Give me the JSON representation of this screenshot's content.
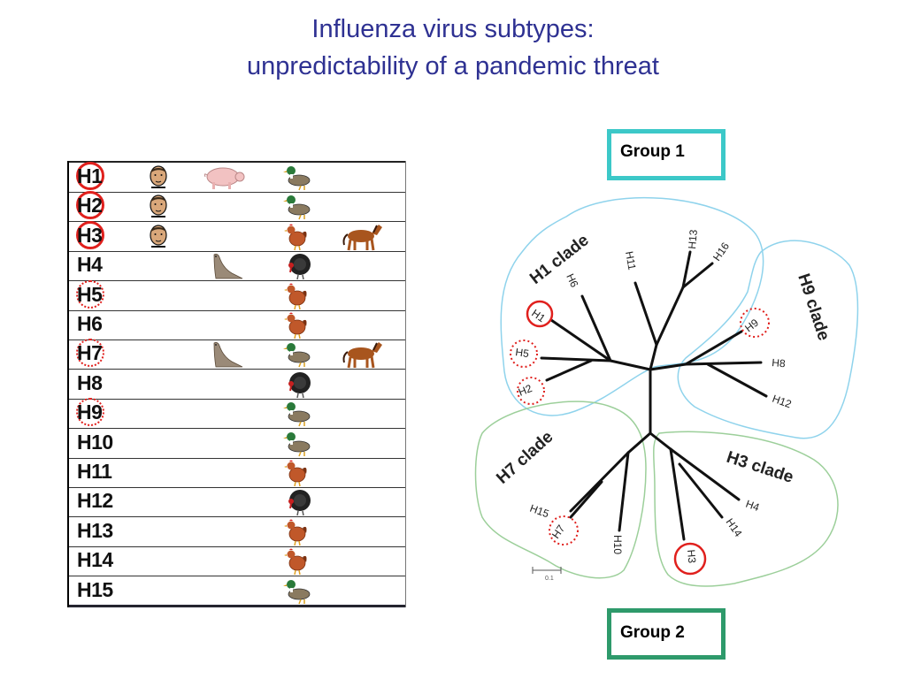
{
  "title": {
    "line1": "Influenza  virus subtypes:",
    "line2": "unpredictability of a pandemic threat"
  },
  "colors": {
    "title": "#2e3192",
    "group1_border": "#3cc8c8",
    "group2_border": "#2e9a6b",
    "highlight": "#e0201d",
    "group1_clade_outline": "#8fd3ec",
    "group2_clade_outline": "#9ccf9a"
  },
  "host_table": {
    "rows": [
      {
        "subtype": "H1",
        "mark": "solid",
        "hosts": [
          "human-icon",
          "pig-icon",
          "duck-icon"
        ]
      },
      {
        "subtype": "H2",
        "mark": "solid",
        "hosts": [
          "human-icon",
          "duck-icon"
        ]
      },
      {
        "subtype": "H3",
        "mark": "solid",
        "hosts": [
          "human-icon",
          "chicken-icon",
          "horse-icon"
        ]
      },
      {
        "subtype": "H4",
        "mark": "none",
        "hosts": [
          "seal-icon",
          "turkey-icon"
        ]
      },
      {
        "subtype": "H5",
        "mark": "dotted",
        "hosts": [
          "chicken-icon"
        ]
      },
      {
        "subtype": "H6",
        "mark": "none",
        "hosts": [
          "chicken-icon"
        ]
      },
      {
        "subtype": "H7",
        "mark": "dotted",
        "hosts": [
          "seal-icon",
          "duck-icon",
          "horse-icon"
        ]
      },
      {
        "subtype": "H8",
        "mark": "none",
        "hosts": [
          "turkey-icon"
        ]
      },
      {
        "subtype": "H9",
        "mark": "dotted",
        "hosts": [
          "duck-icon"
        ]
      },
      {
        "subtype": "H10",
        "mark": "none",
        "hosts": [
          "duck-icon"
        ]
      },
      {
        "subtype": "H11",
        "mark": "none",
        "hosts": [
          "chicken-icon"
        ]
      },
      {
        "subtype": "H12",
        "mark": "none",
        "hosts": [
          "turkey-icon"
        ]
      },
      {
        "subtype": "H13",
        "mark": "none",
        "hosts": [
          "chicken-icon"
        ]
      },
      {
        "subtype": "H14",
        "mark": "none",
        "hosts": [
          "chicken-icon"
        ]
      },
      {
        "subtype": "H15",
        "mark": "none",
        "hosts": [
          "duck-icon"
        ]
      }
    ]
  },
  "groups": {
    "group1": "Group 1",
    "group2": "Group 2"
  },
  "tree": {
    "clades": {
      "h1": "H1 clade",
      "h9": "H9 clade",
      "h7": "H7 clade",
      "h3": "H3 clade"
    },
    "leaves": {
      "h1": "H1",
      "h2": "H2",
      "h3": "H3",
      "h4": "H4",
      "h5": "H5",
      "h6": "H6",
      "h7": "H7",
      "h8": "H8",
      "h9": "H9",
      "h10": "H10",
      "h11": "H11",
      "h12": "H12",
      "h13": "H13",
      "h14": "H14",
      "h15": "H15",
      "h16": "H16"
    },
    "scale_label": "0.1"
  }
}
